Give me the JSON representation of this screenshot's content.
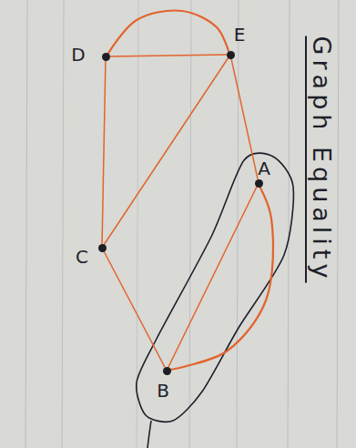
{
  "diagram": {
    "title": "Graph Equality",
    "nodes": [
      {
        "text": [
          "D"
        ]
      },
      {
        "text": [
          "E"
        ]
      },
      {
        "text": [
          "A"
        ]
      },
      {
        "text": [
          "C"
        ]
      },
      {
        "text": [
          "B"
        ]
      }
    ],
    "edges": [
      {
        "from": 0,
        "to": 1,
        "arrow": "none"
      },
      {
        "from": 0,
        "to": 1,
        "arrow": "none"
      },
      {
        "from": 0,
        "to": 3,
        "arrow": "none"
      },
      {
        "from": 1,
        "to": 2,
        "arrow": "none"
      },
      {
        "from": 1,
        "to": 3,
        "arrow": "none"
      },
      {
        "from": 3,
        "to": 4,
        "arrow": "none"
      },
      {
        "from": 2,
        "to": 4,
        "arrow": "none"
      },
      {
        "from": 2,
        "to": 4,
        "arrow": "none"
      }
    ]
  }
}
